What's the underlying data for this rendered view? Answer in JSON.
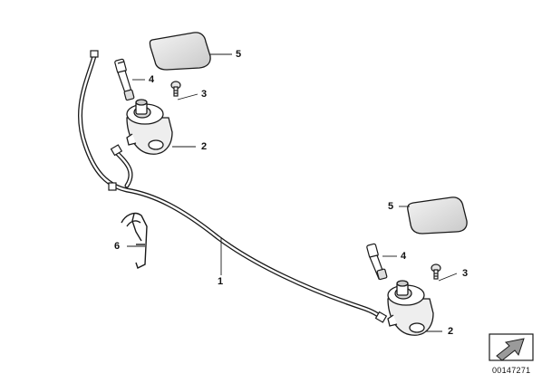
{
  "callouts": {
    "hose": "1",
    "pump_left": "2",
    "pump_right": "2",
    "screw_left": "3",
    "screw_right": "3",
    "nozzle_left": "4",
    "nozzle_right": "4",
    "cover_left": "5",
    "cover_right": "5",
    "bracket": "6"
  },
  "part_number": "00147271"
}
